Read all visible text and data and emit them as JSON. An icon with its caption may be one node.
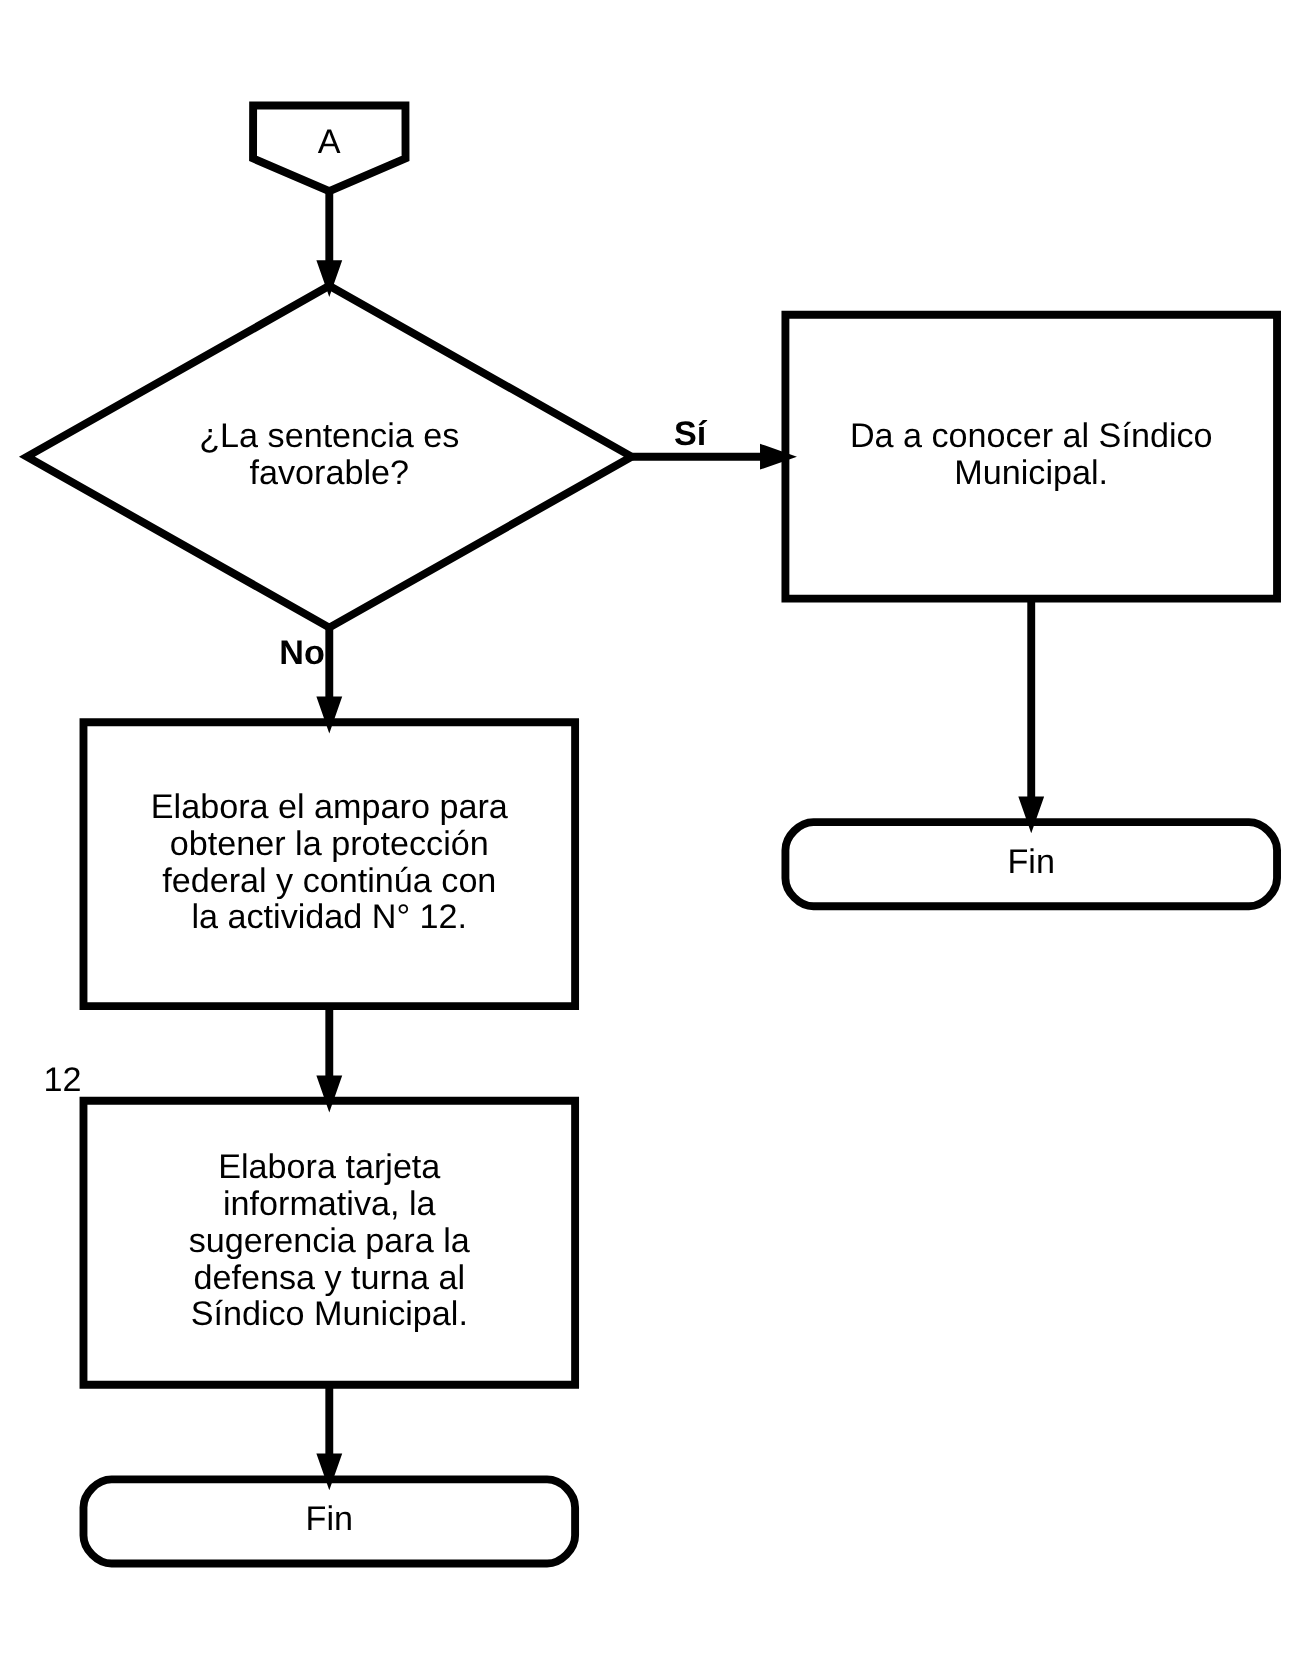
{
  "diagram": {
    "nodes": [
      {
        "text": [
          "A"
        ]
      },
      {
        "text": [
          "¿La sentencia es favorable?"
        ]
      },
      {
        "text": [
          "Da a conocer al Síndico Municipal."
        ]
      },
      {
        "text": [
          "Fin"
        ]
      },
      {
        "text": [
          "Elabora el amparo para obtener la protección federal y continúa con la actividad N° 12."
        ]
      },
      {
        "text": [
          "Elabora tarjeta informativa, la sugerencia para la defensa y turna al Síndico Municipal."
        ],
        "beside": [
          "12"
        ]
      },
      {
        "text": [
          "Fin"
        ]
      }
    ],
    "edges": [
      {
        "from": 0,
        "to": 1,
        "arrow": "to"
      },
      {
        "from": 1,
        "to": 2,
        "arrow": "to",
        "label": "Sí"
      },
      {
        "from": 2,
        "to": 3,
        "arrow": "to"
      },
      {
        "from": 1,
        "to": 4,
        "arrow": "to",
        "label": "No"
      },
      {
        "from": 4,
        "to": 5,
        "arrow": "to"
      },
      {
        "from": 5,
        "to": 6,
        "arrow": "to"
      }
    ]
  }
}
